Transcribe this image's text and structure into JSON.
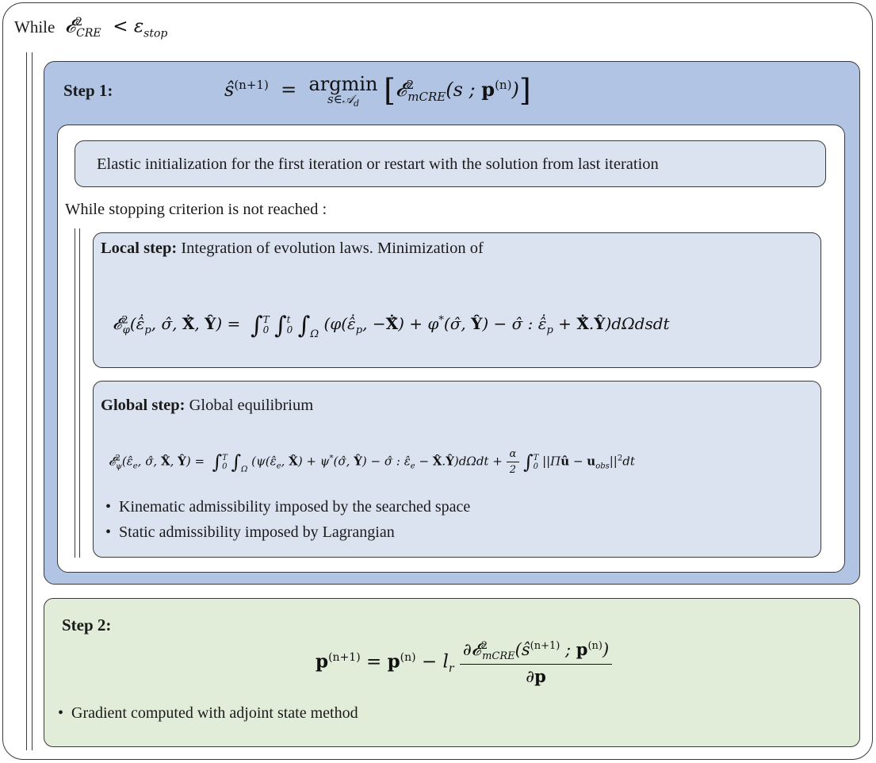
{
  "outer_loop": {
    "while_label": "While",
    "condition": "𝓔²_CRE < ε_stop"
  },
  "step1": {
    "label": "Step 1:",
    "formula": "ŝ^(n+1) = argmin_{s∈𝒜_d} [ 𝓔²_mCRE(s ; p^(n)) ]",
    "init_text": "Elastic initialization for the first iteration or restart with the solution from last iteration",
    "inner_while": "While stopping criterion is not reached :",
    "local_step": {
      "label": "Local step:",
      "text": "Integration of evolution laws. Minimization of",
      "formula": "𝓔²_φ(ε̂̇_p, σ̂, Ẋ̂, Ŷ) = ∫₀ᵀ ∫₀ᵗ ∫_Ω (φ(ε̂̇_p, −Ẋ̂) + φ*(σ̂, Ŷ) − σ̂ : ε̂̇_p + Ẋ̂.Ŷ) dΩ ds dt"
    },
    "global_step": {
      "label": "Global step:",
      "text": "Global equilibrium",
      "formula": "𝓔²_ψ(ε̂_e, σ̂, X̂, Ŷ) = ∫₀ᵀ ∫_Ω (ψ(ε̂_e, X̂) + ψ*(σ̂, Ŷ) − σ̂ : ε̂_e − X̂.Ŷ) dΩ dt + α/2 ∫₀ᵀ ||Πû − u_obs||² dt",
      "bullets": [
        "Kinematic admissibility imposed by the searched space",
        "Static admissibility imposed by Lagrangian"
      ]
    }
  },
  "step2": {
    "label": "Step 2:",
    "formula": "p^(n+1) = p^(n) − l_r ∂𝓔²_mCRE(ŝ^(n+1) ; p^(n)) / ∂p",
    "bullets": [
      "Gradient computed with adjoint state method"
    ]
  },
  "colors": {
    "step1_bg": "#b2c4e4",
    "inner_box_bg": "#dbe3f1",
    "step2_bg": "#e2edd9",
    "border": "#3a3a3a"
  }
}
